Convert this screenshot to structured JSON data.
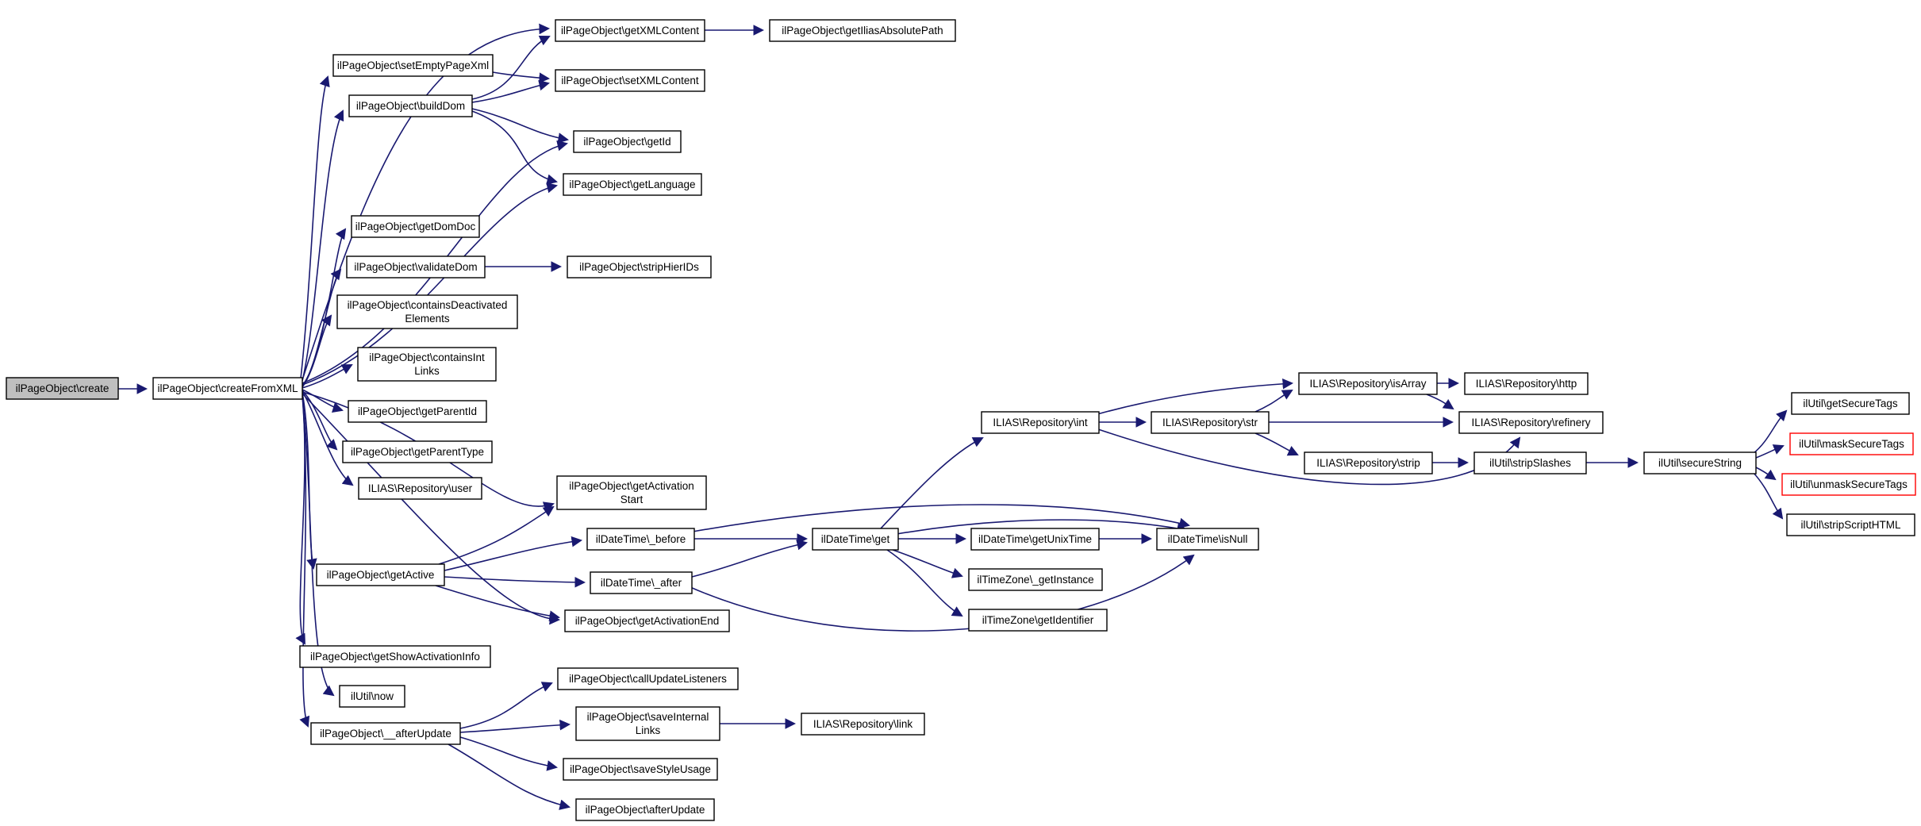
{
  "diagram": {
    "type": "call-graph",
    "tool": "doxygen",
    "root_function": "ilPageObject\\create",
    "colors": {
      "background": "#ffffff",
      "edge": "#191970",
      "node_border": "#000000",
      "node_fill": "#ffffff",
      "root_node_fill": "#bfbfbf",
      "alert_node_border": "#ff0000",
      "text": "#000000"
    }
  },
  "nodes": {
    "create": {
      "label": "ilPageObject\\create",
      "lines": [
        "ilPageObject\\create"
      ],
      "style": "root"
    },
    "createFromXML": {
      "label": "ilPageObject\\createFromXML",
      "lines": [
        "ilPageObject\\createFromXML"
      ]
    },
    "setEmptyPageXml": {
      "label": "ilPageObject\\setEmptyPageXml",
      "lines": [
        "ilPageObject\\setEmptyPageXml"
      ]
    },
    "buildDom": {
      "label": "ilPageObject\\buildDom",
      "lines": [
        "ilPageObject\\buildDom"
      ]
    },
    "getXMLContent": {
      "label": "ilPageObject\\getXMLContent",
      "lines": [
        "ilPageObject\\getXMLContent"
      ]
    },
    "getIliasAbsolutePath": {
      "label": "ilPageObject\\getIliasAbsolutePath",
      "lines": [
        "ilPageObject\\getIliasAbsolutePath"
      ]
    },
    "setXMLContent": {
      "label": "ilPageObject\\setXMLContent",
      "lines": [
        "ilPageObject\\setXMLContent"
      ]
    },
    "getId": {
      "label": "ilPageObject\\getId",
      "lines": [
        "ilPageObject\\getId"
      ]
    },
    "getLanguage": {
      "label": "ilPageObject\\getLanguage",
      "lines": [
        "ilPageObject\\getLanguage"
      ]
    },
    "getDomDoc": {
      "label": "ilPageObject\\getDomDoc",
      "lines": [
        "ilPageObject\\getDomDoc"
      ]
    },
    "validateDom": {
      "label": "ilPageObject\\validateDom",
      "lines": [
        "ilPageObject\\validateDom"
      ]
    },
    "stripHierIDs": {
      "label": "ilPageObject\\stripHierIDs",
      "lines": [
        "ilPageObject\\stripHierIDs"
      ]
    },
    "containsDeactivated": {
      "label": "ilPageObject\\containsDeactivatedElements",
      "lines": [
        "ilPageObject\\containsDeactivated",
        "Elements"
      ]
    },
    "containsInt": {
      "label": "ilPageObject\\containsIntLinks",
      "lines": [
        "ilPageObject\\containsInt",
        "Links"
      ]
    },
    "getParentId": {
      "label": "ilPageObject\\getParentId",
      "lines": [
        "ilPageObject\\getParentId"
      ]
    },
    "getParentType": {
      "label": "ilPageObject\\getParentType",
      "lines": [
        "ilPageObject\\getParentType"
      ]
    },
    "user": {
      "label": "ILIAS\\Repository\\user",
      "lines": [
        "ILIAS\\Repository\\user"
      ]
    },
    "getActivationStart": {
      "label": "ilPageObject\\getActivationStart",
      "lines": [
        "ilPageObject\\getActivation",
        "Start"
      ]
    },
    "getActive": {
      "label": "ilPageObject\\getActive",
      "lines": [
        "ilPageObject\\getActive"
      ]
    },
    "before": {
      "label": "ilDateTime\\_before",
      "lines": [
        "ilDateTime\\_before"
      ]
    },
    "after": {
      "label": "ilDateTime\\_after",
      "lines": [
        "ilDateTime\\_after"
      ]
    },
    "getActivationEnd": {
      "label": "ilPageObject\\getActivationEnd",
      "lines": [
        "ilPageObject\\getActivationEnd"
      ]
    },
    "getShowActivationInfo": {
      "label": "ilPageObject\\getShowActivationInfo",
      "lines": [
        "ilPageObject\\getShowActivationInfo"
      ]
    },
    "now": {
      "label": "ilUtil\\now",
      "lines": [
        "ilUtil\\now"
      ]
    },
    "afterUpdatePrivate": {
      "label": "ilPageObject\\__afterUpdate",
      "lines": [
        "ilPageObject\\__afterUpdate"
      ]
    },
    "callUpdateListeners": {
      "label": "ilPageObject\\callUpdateListeners",
      "lines": [
        "ilPageObject\\callUpdateListeners"
      ]
    },
    "saveInternal": {
      "label": "ilPageObject\\saveInternalLinks",
      "lines": [
        "ilPageObject\\saveInternal",
        "Links"
      ]
    },
    "link": {
      "label": "ILIAS\\Repository\\link",
      "lines": [
        "ILIAS\\Repository\\link"
      ]
    },
    "saveStyleUsage": {
      "label": "ilPageObject\\saveStyleUsage",
      "lines": [
        "ilPageObject\\saveStyleUsage"
      ]
    },
    "afterUpdate": {
      "label": "ilPageObject\\afterUpdate",
      "lines": [
        "ilPageObject\\afterUpdate"
      ]
    },
    "get": {
      "label": "ilDateTime\\get",
      "lines": [
        "ilDateTime\\get"
      ]
    },
    "getUnixTime": {
      "label": "ilDateTime\\getUnixTime",
      "lines": [
        "ilDateTime\\getUnixTime"
      ]
    },
    "getInstance": {
      "label": "ilTimeZone\\_getInstance",
      "lines": [
        "ilTimeZone\\_getInstance"
      ]
    },
    "getIdentifier": {
      "label": "ilTimeZone\\getIdentifier",
      "lines": [
        "ilTimeZone\\getIdentifier"
      ]
    },
    "isNull": {
      "label": "ilDateTime\\isNull",
      "lines": [
        "ilDateTime\\isNull"
      ]
    },
    "int": {
      "label": "ILIAS\\Repository\\int",
      "lines": [
        "ILIAS\\Repository\\int"
      ]
    },
    "str": {
      "label": "ILIAS\\Repository\\str",
      "lines": [
        "ILIAS\\Repository\\str"
      ]
    },
    "isArray": {
      "label": "ILIAS\\Repository\\isArray",
      "lines": [
        "ILIAS\\Repository\\isArray"
      ]
    },
    "http": {
      "label": "ILIAS\\Repository\\http",
      "lines": [
        "ILIAS\\Repository\\http"
      ]
    },
    "refinery": {
      "label": "ILIAS\\Repository\\refinery",
      "lines": [
        "ILIAS\\Repository\\refinery"
      ]
    },
    "strip": {
      "label": "ILIAS\\Repository\\strip",
      "lines": [
        "ILIAS\\Repository\\strip"
      ]
    },
    "stripSlashes": {
      "label": "ilUtil\\stripSlashes",
      "lines": [
        "ilUtil\\stripSlashes"
      ]
    },
    "secureString": {
      "label": "ilUtil\\secureString",
      "lines": [
        "ilUtil\\secureString"
      ]
    },
    "getSecureTags": {
      "label": "ilUtil\\getSecureTags",
      "lines": [
        "ilUtil\\getSecureTags"
      ]
    },
    "maskSecureTags": {
      "label": "ilUtil\\maskSecureTags",
      "lines": [
        "ilUtil\\maskSecureTags"
      ],
      "style": "alert"
    },
    "unmaskSecureTags": {
      "label": "ilUtil\\unmaskSecureTags",
      "lines": [
        "ilUtil\\unmaskSecureTags"
      ],
      "style": "alert"
    },
    "stripScriptHTML": {
      "label": "ilUtil\\stripScriptHTML",
      "lines": [
        "ilUtil\\stripScriptHTML"
      ]
    }
  },
  "edges": [
    {
      "from": "create",
      "to": "createFromXML"
    },
    {
      "from": "createFromXML",
      "to": "getXMLContent"
    },
    {
      "from": "createFromXML",
      "to": "setEmptyPageXml"
    },
    {
      "from": "createFromXML",
      "to": "buildDom"
    },
    {
      "from": "createFromXML",
      "to": "getId"
    },
    {
      "from": "createFromXML",
      "to": "getLanguage"
    },
    {
      "from": "createFromXML",
      "to": "getDomDoc"
    },
    {
      "from": "createFromXML",
      "to": "validateDom"
    },
    {
      "from": "createFromXML",
      "to": "containsDeactivated"
    },
    {
      "from": "createFromXML",
      "to": "containsInt"
    },
    {
      "from": "createFromXML",
      "to": "getParentId"
    },
    {
      "from": "createFromXML",
      "to": "getParentType"
    },
    {
      "from": "createFromXML",
      "to": "user"
    },
    {
      "from": "createFromXML",
      "to": "getActivationStart"
    },
    {
      "from": "createFromXML",
      "to": "getActive"
    },
    {
      "from": "createFromXML",
      "to": "getActivationEnd"
    },
    {
      "from": "createFromXML",
      "to": "getShowActivationInfo"
    },
    {
      "from": "createFromXML",
      "to": "now"
    },
    {
      "from": "createFromXML",
      "to": "afterUpdatePrivate"
    },
    {
      "from": "setEmptyPageXml",
      "to": "setXMLContent"
    },
    {
      "from": "buildDom",
      "to": "getXMLContent"
    },
    {
      "from": "buildDom",
      "to": "setXMLContent"
    },
    {
      "from": "buildDom",
      "to": "getId"
    },
    {
      "from": "buildDom",
      "to": "getLanguage"
    },
    {
      "from": "getXMLContent",
      "to": "getIliasAbsolutePath"
    },
    {
      "from": "validateDom",
      "to": "stripHierIDs"
    },
    {
      "from": "getActive",
      "to": "getActivationStart"
    },
    {
      "from": "getActive",
      "to": "before"
    },
    {
      "from": "getActive",
      "to": "after"
    },
    {
      "from": "getActive",
      "to": "getActivationEnd"
    },
    {
      "from": "before",
      "to": "get"
    },
    {
      "from": "before",
      "to": "isNull"
    },
    {
      "from": "after",
      "to": "get"
    },
    {
      "from": "after",
      "to": "isNull"
    },
    {
      "from": "get",
      "to": "int"
    },
    {
      "from": "get",
      "to": "getUnixTime"
    },
    {
      "from": "get",
      "to": "isNull"
    },
    {
      "from": "get",
      "to": "getInstance"
    },
    {
      "from": "get",
      "to": "getIdentifier"
    },
    {
      "from": "getUnixTime",
      "to": "isNull"
    },
    {
      "from": "int",
      "to": "str"
    },
    {
      "from": "int",
      "to": "isArray"
    },
    {
      "from": "int",
      "to": "refinery"
    },
    {
      "from": "str",
      "to": "isArray"
    },
    {
      "from": "str",
      "to": "refinery"
    },
    {
      "from": "str",
      "to": "strip"
    },
    {
      "from": "isArray",
      "to": "http"
    },
    {
      "from": "isArray",
      "to": "refinery"
    },
    {
      "from": "strip",
      "to": "stripSlashes"
    },
    {
      "from": "stripSlashes",
      "to": "secureString"
    },
    {
      "from": "secureString",
      "to": "getSecureTags"
    },
    {
      "from": "secureString",
      "to": "maskSecureTags"
    },
    {
      "from": "secureString",
      "to": "unmaskSecureTags"
    },
    {
      "from": "secureString",
      "to": "stripScriptHTML"
    },
    {
      "from": "afterUpdatePrivate",
      "to": "callUpdateListeners"
    },
    {
      "from": "afterUpdatePrivate",
      "to": "saveInternal"
    },
    {
      "from": "afterUpdatePrivate",
      "to": "saveStyleUsage"
    },
    {
      "from": "afterUpdatePrivate",
      "to": "afterUpdate"
    },
    {
      "from": "saveInternal",
      "to": "link"
    }
  ]
}
